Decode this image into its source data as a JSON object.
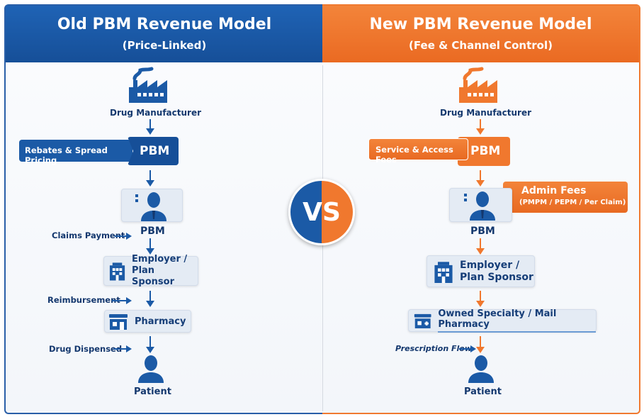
{
  "old": {
    "title": "Old PBM Revenue Model",
    "subtitle": "(Price-Linked)",
    "manufacturer": "Drug Manufacturer",
    "rebates": "Rebates & Spread Pricing",
    "pbm_box": "PBM",
    "pbm_label": "PBM",
    "claims": "Claims Payment",
    "employer_line1": "Employer /",
    "employer_line2": "Plan Sponsor",
    "reimbursement": "Reimbursement",
    "pharmacy": "Pharmacy",
    "dispensed": "Drug Dispensed",
    "patient": "Patient"
  },
  "new": {
    "title": "New PBM Revenue Model",
    "subtitle": "(Fee & Channel Control)",
    "manufacturer": "Drug Manufacturer",
    "service": "Service & Access Fees",
    "pbm_box": "PBM",
    "admin_title": "Admin Fees",
    "admin_sub": "(PMPM / PEPM / Per Claim)",
    "pbm_label": "PBM",
    "employer_line1": "Employer /",
    "employer_line2": "Plan Sponsor",
    "pharmacy": "Owned Specialty / Mail Pharmacy",
    "flow": "Prescription Flow",
    "patient": "Patient"
  },
  "vs": "VS",
  "colors": {
    "blue": "#1b5aa6",
    "orange": "#f0782e",
    "navy": "#14386e"
  }
}
